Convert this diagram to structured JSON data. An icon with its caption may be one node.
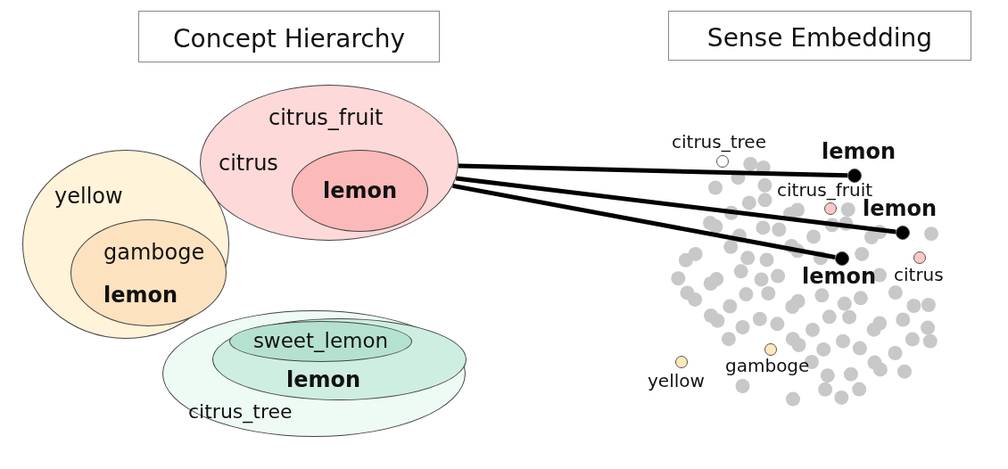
{
  "diagram": {
    "nodes": [
      {
        "text": [
          "Concept Hierarchy"
        ]
      },
      {
        "text": [
          "Sense Embedding"
        ]
      },
      {
        "text": [
          "citrus_fruit",
          "citrus"
        ]
      },
      {
        "text": [
          "lemon"
        ],
        "in": 2
      },
      {
        "text": [
          "yellow"
        ]
      },
      {
        "text": [
          "gamboge",
          "lemon"
        ],
        "in": 4
      },
      {
        "text": [
          "citrus_tree"
        ]
      },
      {
        "text": [
          "lemon"
        ],
        "in": 6
      },
      {
        "text": [
          "sweet_lemon"
        ],
        "in": 7
      },
      {
        "text": [],
        "shape": "circle",
        "beside": [
          "lemon"
        ]
      },
      {
        "text": [],
        "shape": "circle",
        "beside": [
          "lemon"
        ]
      },
      {
        "text": [],
        "shape": "circle",
        "beside": [
          "lemon"
        ]
      },
      {
        "text": [],
        "shape": "circle",
        "beside": [
          "citrus_tree"
        ]
      },
      {
        "text": [],
        "shape": "circle",
        "beside": [
          "citrus_fruit"
        ]
      },
      {
        "text": [],
        "shape": "circle",
        "beside": [
          "citrus"
        ]
      },
      {
        "text": [],
        "shape": "circle",
        "beside": [
          "yellow"
        ]
      },
      {
        "text": [],
        "shape": "circle",
        "beside": [
          "gamboge"
        ]
      }
    ],
    "edges": [
      {
        "from": 2,
        "to": 9,
        "arrow": "none"
      },
      {
        "from": 2,
        "to": 10,
        "arrow": "none"
      },
      {
        "from": 2,
        "to": 11,
        "arrow": "none"
      }
    ]
  }
}
